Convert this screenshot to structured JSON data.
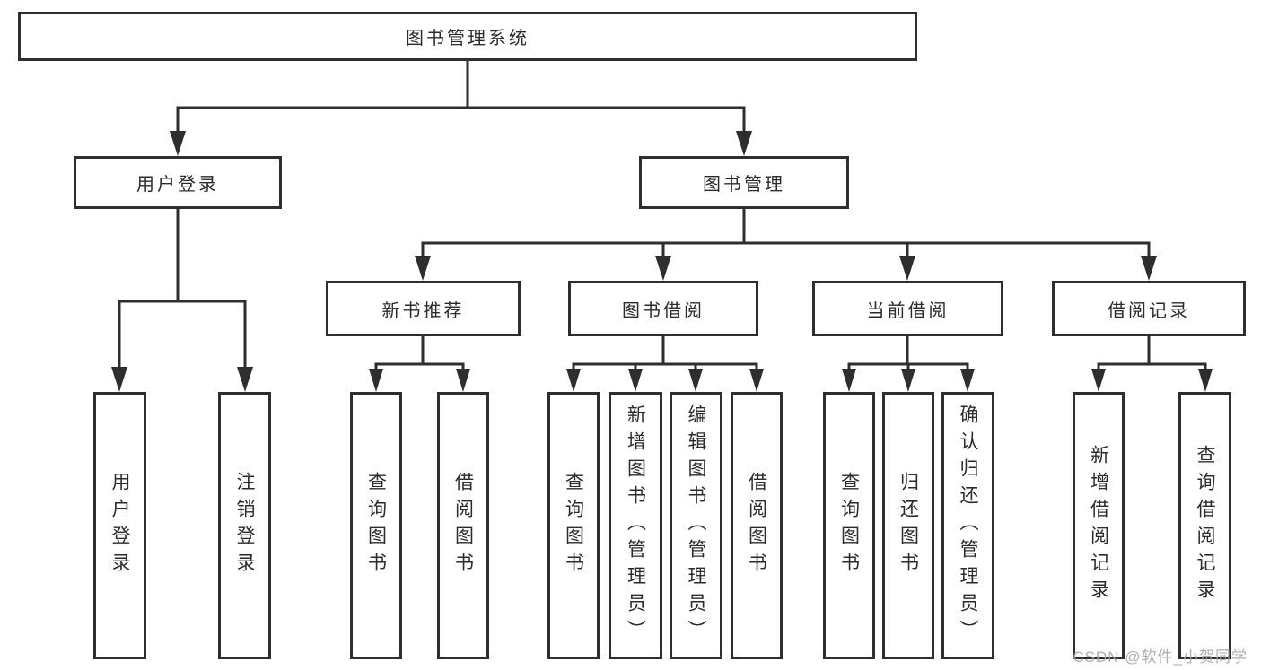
{
  "tree": {
    "root": {
      "label": "图书管理系统"
    },
    "branches": [
      {
        "label": "用户登录",
        "children": [
          {
            "label": "用户登录"
          },
          {
            "label": "注销登录"
          }
        ]
      },
      {
        "label": "图书管理",
        "children": [
          {
            "label": "新书推荐",
            "children": [
              {
                "label": "查询图书"
              },
              {
                "label": "借阅图书"
              }
            ]
          },
          {
            "label": "图书借阅",
            "children": [
              {
                "label": "查询图书"
              },
              {
                "label": "新增图书（管理员）"
              },
              {
                "label": "编辑图书（管理员）"
              },
              {
                "label": "借阅图书"
              }
            ]
          },
          {
            "label": "当前借阅",
            "children": [
              {
                "label": "查询图书"
              },
              {
                "label": "归还图书"
              },
              {
                "label": "确认归还（管理员）"
              }
            ]
          },
          {
            "label": "借阅记录",
            "children": [
              {
                "label": "新增借阅记录"
              },
              {
                "label": "查询借阅记录"
              }
            ]
          }
        ]
      }
    ]
  },
  "watermark": "CSDN @软件_小贺同学",
  "colors": {
    "line": "#2e2e2e",
    "text": "#2b2b2b",
    "background": "#ffffff",
    "watermark": "#a6a6a6"
  }
}
